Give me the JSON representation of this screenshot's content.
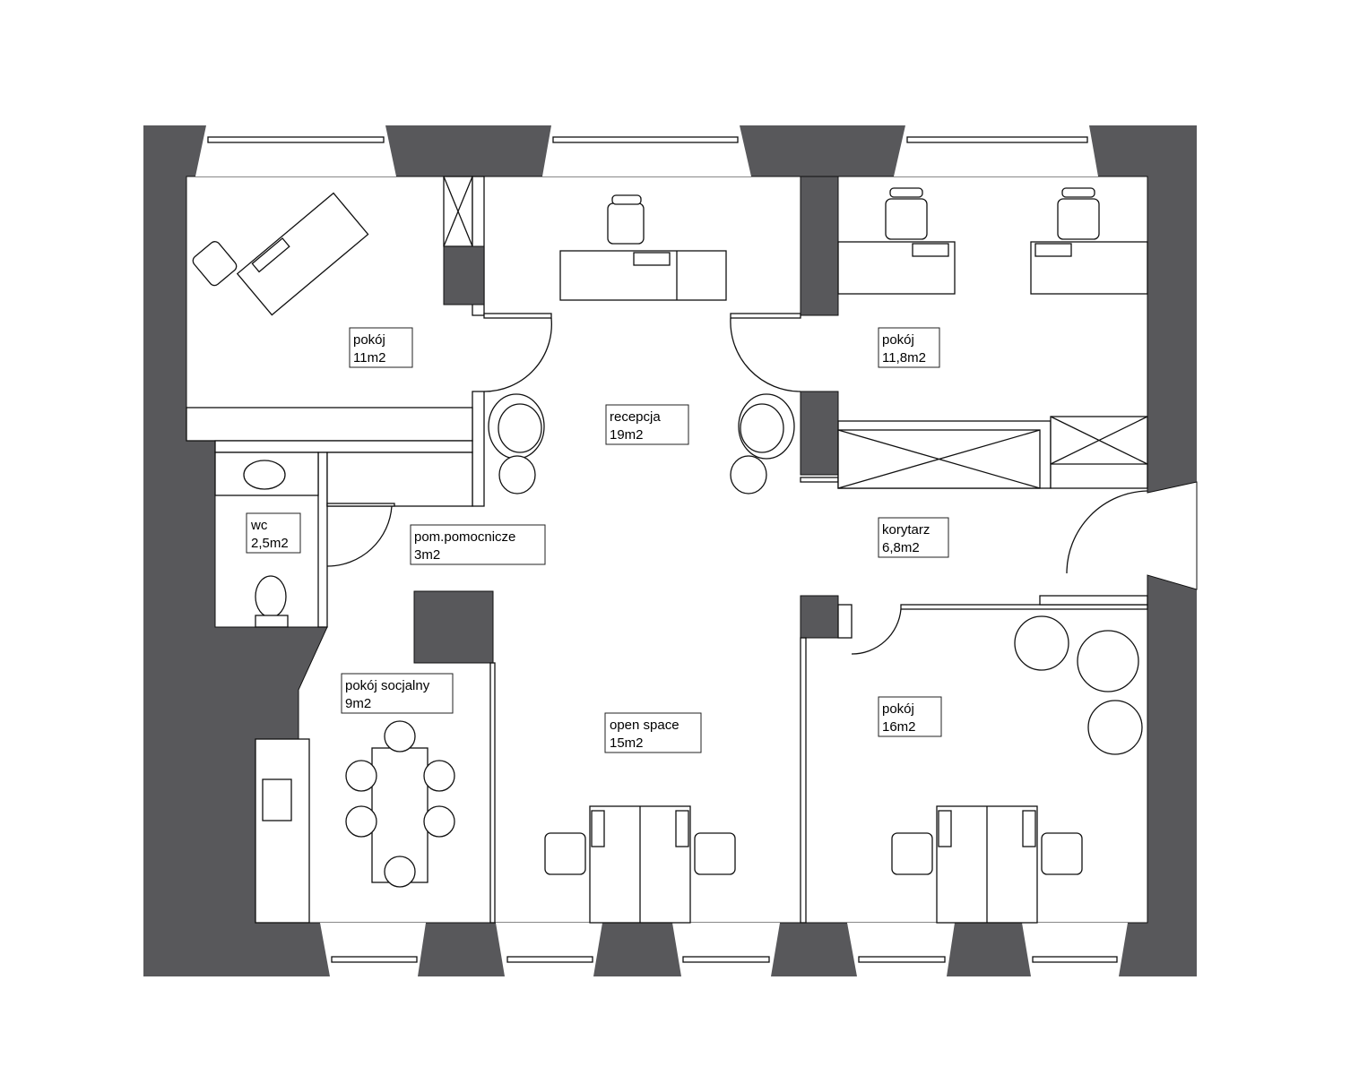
{
  "plan": {
    "wall_color": "#58585b",
    "rooms": [
      {
        "name": "pokój",
        "area": "11m2"
      },
      {
        "name": "recepcja",
        "area": "19m2"
      },
      {
        "name": "pokój",
        "area": "11,8m2"
      },
      {
        "name": "wc",
        "area": "2,5m2"
      },
      {
        "name": "pom.pomocnicze",
        "area": "3m2"
      },
      {
        "name": "korytarz",
        "area": "6,8m2"
      },
      {
        "name": "pokój socjalny",
        "area": "9m2"
      },
      {
        "name": "open space",
        "area": "15m2"
      },
      {
        "name": "pokój",
        "area": "16m2"
      }
    ]
  }
}
